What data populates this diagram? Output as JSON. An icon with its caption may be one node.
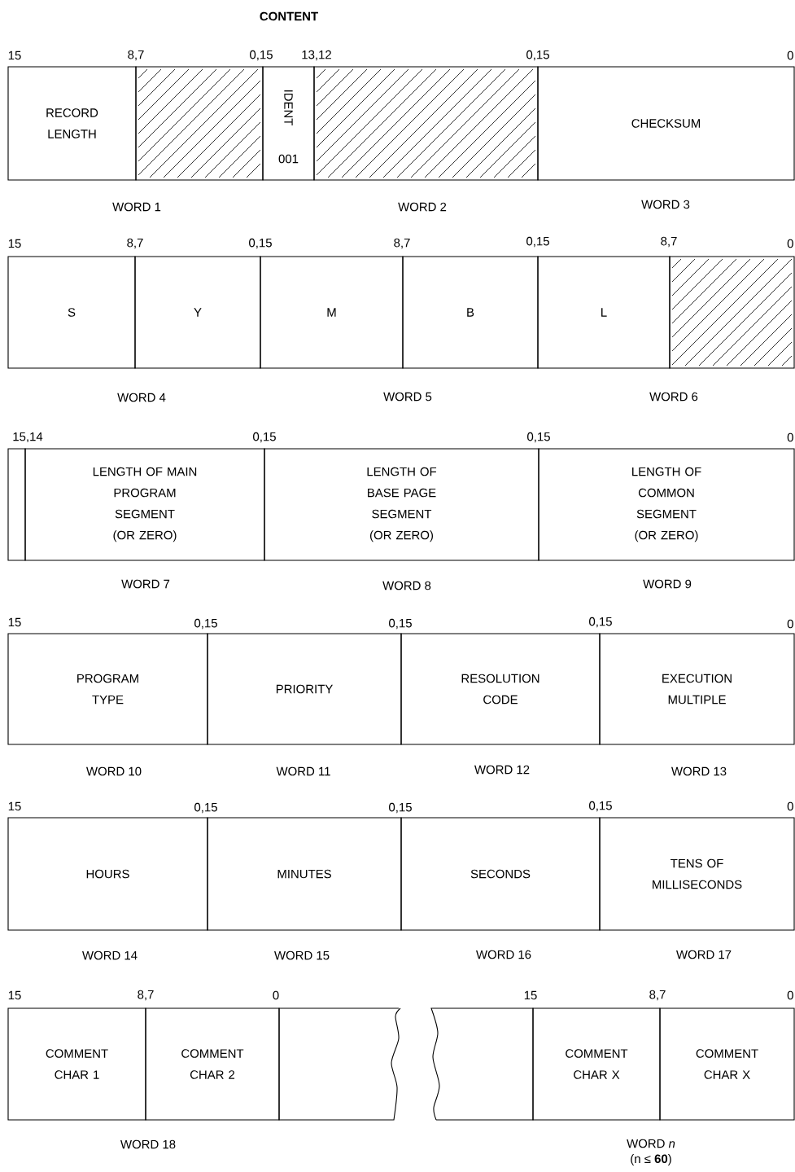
{
  "diagram": {
    "nodes": [
      {
        "text": [
          "RECORD LENGTH"
        ]
      },
      {
        "text": [],
        "shape": "box"
      },
      {
        "text": [
          "IDENT",
          "001"
        ]
      },
      {
        "text": [],
        "shape": "box"
      },
      {
        "text": [
          "CHECKSUM"
        ]
      },
      {
        "text": [
          "S"
        ]
      },
      {
        "text": [
          "Y"
        ]
      },
      {
        "text": [
          "M"
        ]
      },
      {
        "text": [
          "B"
        ]
      },
      {
        "text": [
          "L"
        ]
      },
      {
        "text": [],
        "shape": "box"
      },
      {
        "text": [],
        "shape": "box"
      },
      {
        "text": [
          "LENGTH OF MAIN PROGRAM SEGMENT (OR ZERO)"
        ]
      },
      {
        "text": [
          "LENGTH OF BASE PAGE SEGMENT (OR ZERO)"
        ]
      },
      {
        "text": [
          "LENGTH OF COMMON SEGMENT (OR ZERO)"
        ]
      },
      {
        "text": [
          "PROGRAM TYPE"
        ]
      },
      {
        "text": [
          "PRIORITY"
        ]
      },
      {
        "text": [
          "RESOLUTION CODE"
        ]
      },
      {
        "text": [
          "EXECUTION MULTIPLE"
        ]
      },
      {
        "text": [
          "HOURS"
        ]
      },
      {
        "text": [
          "MINUTES"
        ]
      },
      {
        "text": [
          "SECONDS"
        ]
      },
      {
        "text": [
          "TENS OF MILLISECONDS"
        ]
      },
      {
        "text": [
          "COMMENT CHAR 1"
        ]
      },
      {
        "text": [
          "COMMENT CHAR 2"
        ]
      },
      {
        "text": [],
        "shape": "box"
      },
      {
        "text": [],
        "shape": "box"
      },
      {
        "text": [
          "COMMENT CHAR X"
        ]
      },
      {
        "text": [
          "COMMENT CHAR X"
        ]
      }
    ],
    "labels": [
      "CONTENT",
      "15",
      "8,7",
      "0,15",
      "13,12",
      "0,15",
      "0",
      "WORD 1",
      "WORD 2",
      "WORD 3",
      "15",
      "8,7",
      "0,15",
      "8,7",
      "0,15",
      "8,7",
      "0",
      "WORD 4",
      "WORD 5",
      "WORD 6",
      "15,14",
      "0,15",
      "0,15",
      "0",
      "WORD 7",
      "WORD 8",
      "WORD 9",
      "15",
      "0,15",
      "0,15",
      "0,15",
      "0",
      "WORD 10",
      "WORD 11",
      "WORD 12",
      "WORD 13",
      "15",
      "0,15",
      "0,15",
      "0,15",
      "0",
      "WORD 14",
      "WORD 15",
      "WORD 16",
      "WORD 17",
      "15",
      "8,7",
      "0",
      "15",
      "8,7",
      "0",
      "WORD 18",
      "WORD *n*",
      "(n ≤ **60**)"
    ]
  }
}
